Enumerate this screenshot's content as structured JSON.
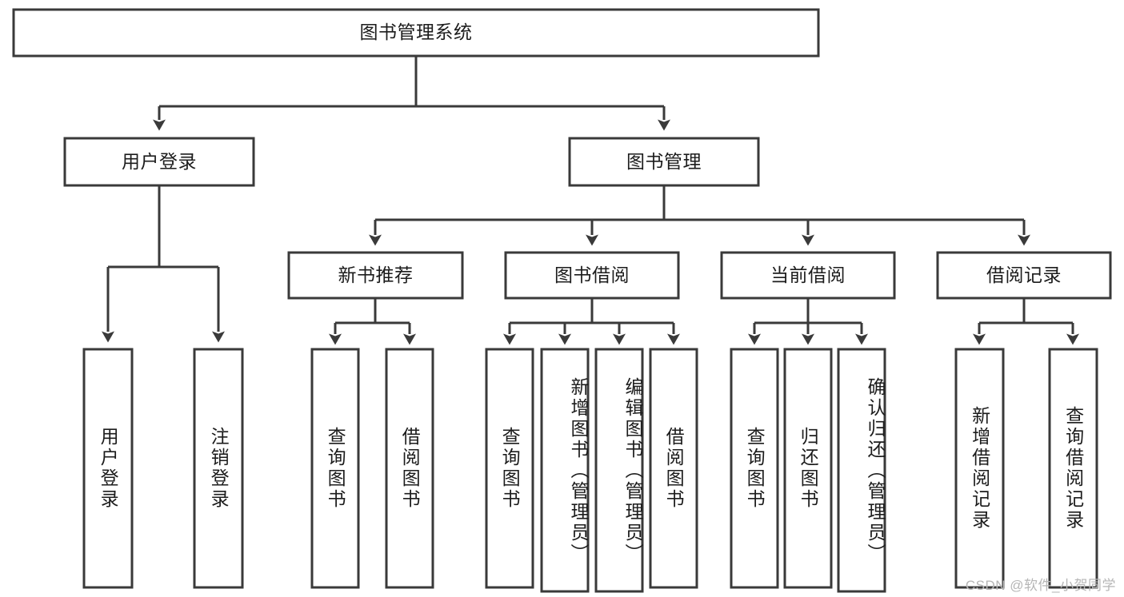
{
  "diagram": {
    "type": "tree-hierarchy",
    "title": "图书管理系统",
    "watermark": "CSDN @软件_小贺同学",
    "colors": {
      "stroke": "#3a3a3a",
      "box_fill": "#ffffff",
      "text": "#1c1c1c",
      "background": "#ffffff",
      "watermark": "#b6b6b6"
    },
    "nodes": {
      "root": {
        "label": "图书管理系统",
        "level": 1,
        "orientation": "horizontal"
      },
      "l2": [
        {
          "label": "用户登录",
          "orientation": "horizontal"
        },
        {
          "label": "图书管理",
          "orientation": "horizontal"
        }
      ],
      "l3": [
        {
          "label": "新书推荐",
          "orientation": "horizontal"
        },
        {
          "label": "图书借阅",
          "orientation": "horizontal"
        },
        {
          "label": "当前借阅",
          "orientation": "horizontal"
        },
        {
          "label": "借阅记录",
          "orientation": "horizontal"
        }
      ],
      "leaves_user_login": [
        {
          "label": "用户登录",
          "orientation": "vertical"
        },
        {
          "label": "注销登录",
          "orientation": "vertical"
        }
      ],
      "leaves_new_books": [
        {
          "label": "查询图书",
          "orientation": "vertical"
        },
        {
          "label": "借阅图书",
          "orientation": "vertical"
        }
      ],
      "leaves_borrow_books": [
        {
          "label": "查询图书",
          "orientation": "vertical"
        },
        {
          "label": "新增图书（管理员）",
          "orientation": "vertical"
        },
        {
          "label": "编辑图书（管理员）",
          "orientation": "vertical"
        },
        {
          "label": "借阅图书",
          "orientation": "vertical"
        }
      ],
      "leaves_current_borrow": [
        {
          "label": "查询图书",
          "orientation": "vertical"
        },
        {
          "label": "归还图书",
          "orientation": "vertical"
        },
        {
          "label": "确认归还（管理员）",
          "orientation": "vertical"
        }
      ],
      "leaves_borrow_records": [
        {
          "label": "新增借阅记录",
          "orientation": "vertical"
        },
        {
          "label": "查询借阅记录",
          "orientation": "vertical"
        }
      ]
    }
  }
}
